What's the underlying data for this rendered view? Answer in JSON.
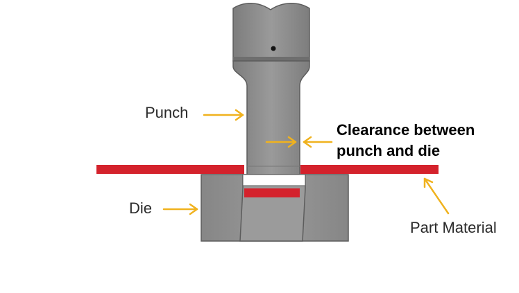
{
  "labels": {
    "punch": "Punch",
    "die": "Die",
    "clearance_line1": "Clearance between",
    "clearance_line2": "punch and die",
    "part_material": "Part Material"
  },
  "colors": {
    "tool_gray": "#8c8c8c",
    "tool_dark": "#6f6f6f",
    "material_red": "#d4222c",
    "arrow_gold": "#f0b21e",
    "background": "#ffffff"
  }
}
